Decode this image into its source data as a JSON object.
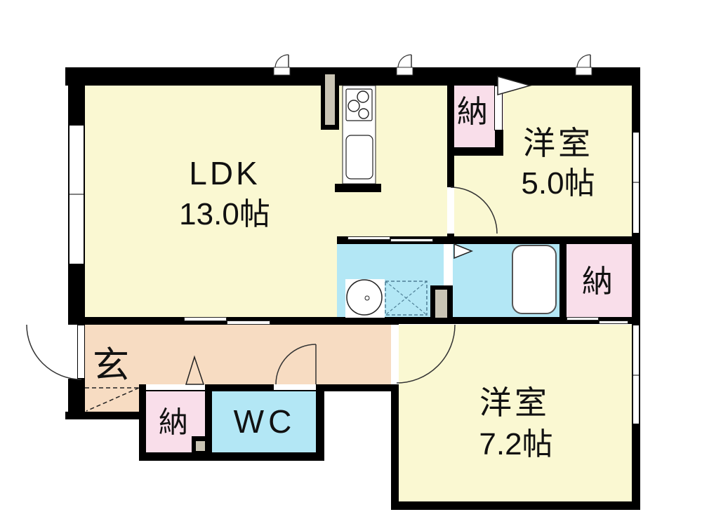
{
  "rooms": {
    "ldk": {
      "name": "LDK",
      "size": "13.0帖"
    },
    "western5": {
      "name": "洋室",
      "size": "5.0帖"
    },
    "western72": {
      "name": "洋室",
      "size": "7.2帖"
    },
    "entrance": {
      "name": "玄"
    },
    "wc": {
      "name": "WC"
    },
    "closet_top": {
      "name": "納"
    },
    "closet_right": {
      "name": "納"
    },
    "closet_bottom": {
      "name": "納"
    }
  },
  "colors": {
    "room_yellow": "#FAF8D2",
    "closet_pink": "#F9DEEA",
    "hall_peach": "#F7DCC2",
    "wet_cyan": "#B3E7F5",
    "wall_black": "#000000",
    "fixture_gray": "#C9C4B4"
  },
  "fixtures": {
    "stove": "stove-icon",
    "sink": "kitchen-sink-icon",
    "bathtub": "bathtub-icon",
    "washbasin": "washbasin-icon",
    "washing_machine": "washing-machine-space-icon",
    "vent": "vent-fan-icon",
    "door": "swing-door-arc",
    "folding_door": "folding-door-triangle",
    "sliding_door": "sliding-door-panels",
    "window": "window-strip"
  }
}
